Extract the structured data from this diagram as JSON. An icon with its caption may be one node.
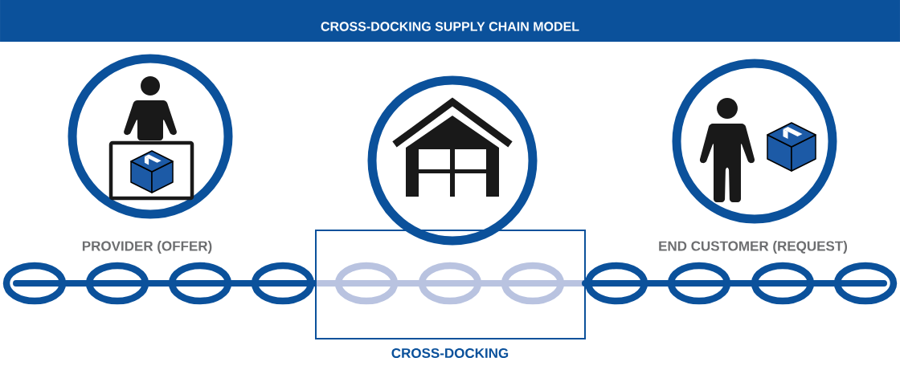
{
  "diagram": {
    "title": "CROSS-DOCKING SUPPLY CHAIN MODEL",
    "nodes": [
      {
        "text": [
          "PROVIDER (OFFER)"
        ]
      },
      {
        "text": [],
        "shape": "circle"
      },
      {
        "text": [
          "CROSS-DOCKING"
        ]
      },
      {
        "text": [
          "END CUSTOMER (REQUEST)"
        ]
      }
    ]
  }
}
